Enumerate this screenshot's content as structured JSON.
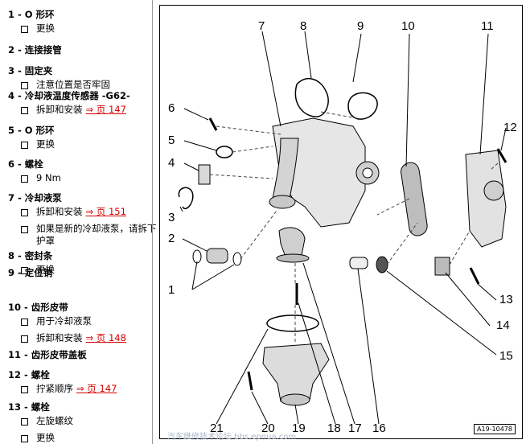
{
  "items": [
    {
      "title": "1 - O 形环",
      "subs": [
        {
          "text": "更换"
        }
      ]
    },
    {
      "title": "2 - 连接接管",
      "subs": []
    },
    {
      "title": "3 - 固定夹",
      "subs": [
        {
          "text": "注意位置是否牢固"
        }
      ]
    },
    {
      "title": "4 - 冷却液温度传感器 -G62-",
      "subs": [
        {
          "text": "拆卸和安装",
          "link": "⇒ 页 147"
        }
      ]
    },
    {
      "title": "5 - O 形环",
      "subs": [
        {
          "text": "更换"
        }
      ]
    },
    {
      "title": "6 - 螺栓",
      "subs": [
        {
          "text": "9 Nm"
        }
      ]
    },
    {
      "title": "7 - 冷却液泵",
      "subs": [
        {
          "text": "拆卸和安装",
          "link": "⇒ 页 151"
        },
        {
          "text": "如果是新的冷却液泵，请拆下护罩"
        }
      ]
    },
    {
      "title": "8 - 密封条",
      "subs": [
        {
          "text": "更换"
        }
      ]
    },
    {
      "title": "9 - 定位销",
      "subs": []
    },
    {
      "title": "10 - 齿形皮带",
      "subs": [
        {
          "text": "用于冷却液泵"
        },
        {
          "text": "拆卸和安装",
          "link": "⇒ 页 148"
        }
      ]
    },
    {
      "title": "11 - 齿形皮带盖板",
      "subs": []
    },
    {
      "title": "12 - 螺栓",
      "subs": [
        {
          "text": "拧紧顺序",
          "link": "⇒ 页 147"
        }
      ]
    },
    {
      "title": "13 - 螺栓",
      "subs": [
        {
          "text": "左旋螺纹"
        },
        {
          "text": "更换"
        }
      ]
    }
  ],
  "figure": {
    "callouts": [
      "1",
      "2",
      "3",
      "4",
      "5",
      "6",
      "7",
      "8",
      "9",
      "10",
      "11",
      "12",
      "13",
      "14",
      "15",
      "16",
      "17",
      "18",
      "19",
      "20",
      "21"
    ],
    "code": "A19-10478"
  },
  "watermark": "汽车维修技术论坛 bbs.epnua.com"
}
